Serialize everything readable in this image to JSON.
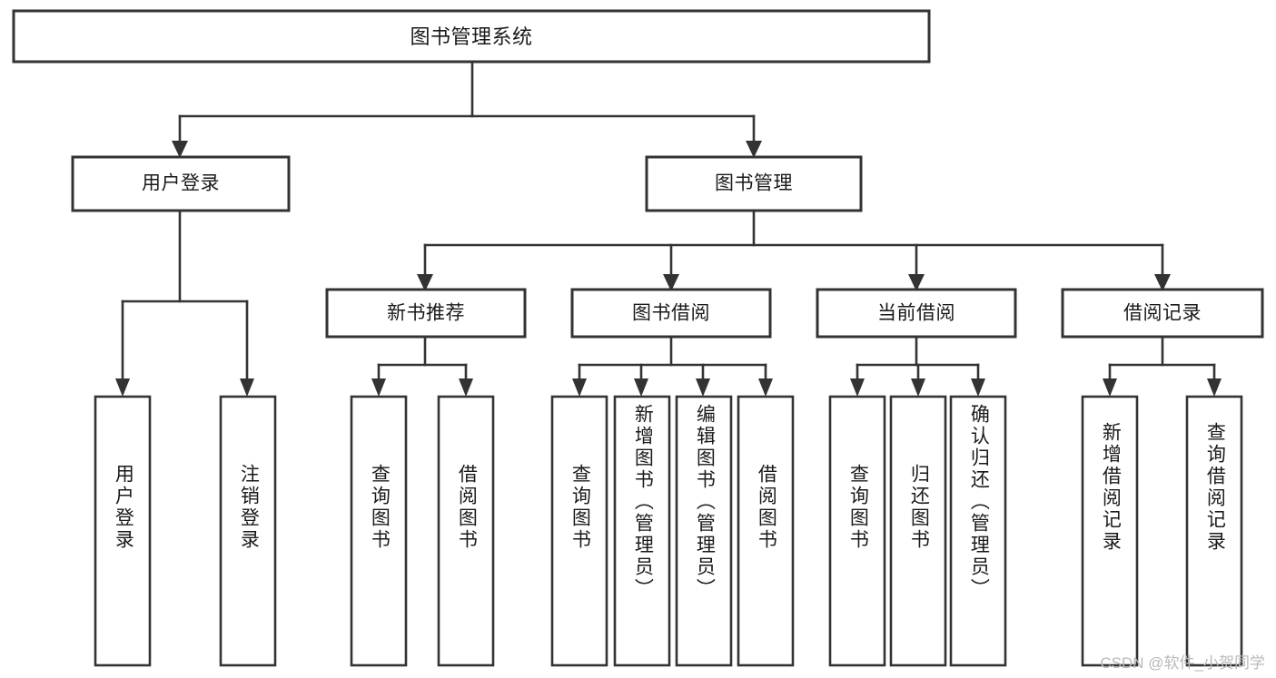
{
  "diagram": {
    "title": "图书管理系统",
    "type": "hierarchy-tree",
    "root": {
      "id": "root",
      "label": "图书管理系统",
      "level": 0
    },
    "level2": [
      {
        "id": "user-login",
        "label": "用户登录"
      },
      {
        "id": "book-manage",
        "label": "图书管理"
      }
    ],
    "level3": [
      {
        "id": "new-book-recommend",
        "label": "新书推荐",
        "parent": "book-manage"
      },
      {
        "id": "book-borrow",
        "label": "图书借阅",
        "parent": "book-manage"
      },
      {
        "id": "current-borrow",
        "label": "当前借阅",
        "parent": "book-manage"
      },
      {
        "id": "borrow-record",
        "label": "借阅记录",
        "parent": "book-manage"
      }
    ],
    "leaves": {
      "user-login": [
        {
          "id": "leaf-user-login",
          "label": "用户登录"
        },
        {
          "id": "leaf-logout-login",
          "label": "注销登录"
        }
      ],
      "new-book-recommend": [
        {
          "id": "leaf-query-book-1",
          "label": "查询图书"
        },
        {
          "id": "leaf-borrow-book-1",
          "label": "借阅图书"
        }
      ],
      "book-borrow": [
        {
          "id": "leaf-query-book-2",
          "label": "查询图书"
        },
        {
          "id": "leaf-add-book",
          "label": "新增图书（管理员）"
        },
        {
          "id": "leaf-edit-book",
          "label": "编辑图书（管理员）"
        },
        {
          "id": "leaf-borrow-book-2",
          "label": "借阅图书"
        }
      ],
      "current-borrow": [
        {
          "id": "leaf-query-book-3",
          "label": "查询图书"
        },
        {
          "id": "leaf-return-book",
          "label": "归还图书"
        },
        {
          "id": "leaf-confirm-return",
          "label": "确认归还（管理员）"
        }
      ],
      "borrow-record": [
        {
          "id": "leaf-add-record",
          "label": "新增借阅记录"
        },
        {
          "id": "leaf-query-record",
          "label": "查询借阅记录"
        }
      ]
    }
  },
  "watermark": {
    "text": "CSDN @软件_小贺同学"
  },
  "colors": {
    "stroke": "#333333",
    "fill": "#ffffff",
    "text": "#1a1a1a",
    "watermark": "#b9b9b9"
  }
}
